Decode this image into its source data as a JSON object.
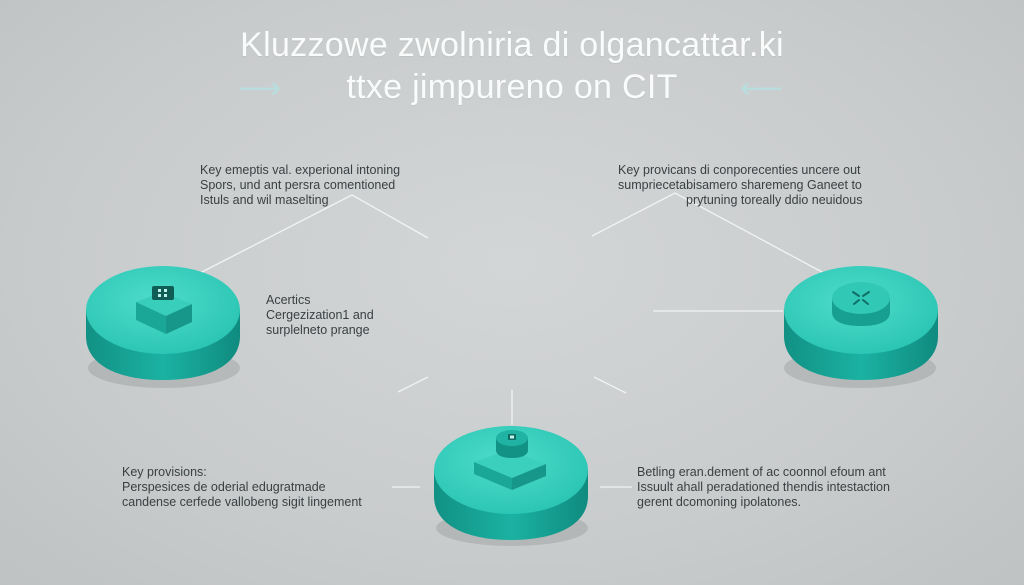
{
  "title": {
    "line1": "Kluzzowe zwolniria di olgancattar.ki",
    "line2": "ttxe jimpureno on CIT",
    "left_arrow": "⟶",
    "right_arrow": "⟵"
  },
  "colors": {
    "accent": "#26c6b4",
    "accent_dark": "#139b8d",
    "accent_light": "#52dccb",
    "background": "#cbcecf",
    "line": "#f2f4f4"
  },
  "blocks": {
    "top_left": {
      "lines": [
        "Key emeptis val. experional intoning",
        "Spors, und ant persra comentioned",
        "Istuls and wil maselting"
      ]
    },
    "top_right": {
      "lines": [
        "Key provicans di conporecenties uncere out",
        "sumpriecetabisamero sharemeng Ganeet to",
        "prytuning toreally ddio neuidous"
      ]
    },
    "middle_left": {
      "lines": [
        "Acertics",
        "Cergezization1 and",
        "surplelneto prange"
      ]
    },
    "bottom_left": {
      "lines": [
        "Key provisions:",
        "Perspesices de oderial edugratmade",
        "candense cerfede vallobeng sigit lingement"
      ]
    },
    "bottom_right": {
      "lines": [
        "Betling eran.dement of ac coonnol efoum ant",
        "Issuult ahall peradationed thendis intestaction",
        "gerent dcomoning ipolatones."
      ]
    }
  },
  "nodes": [
    {
      "name": "node-left",
      "icon": "grid-chip-icon"
    },
    {
      "name": "node-right",
      "icon": "dome-icon"
    },
    {
      "name": "node-bottom",
      "icon": "stacked-cube-icon"
    }
  ]
}
